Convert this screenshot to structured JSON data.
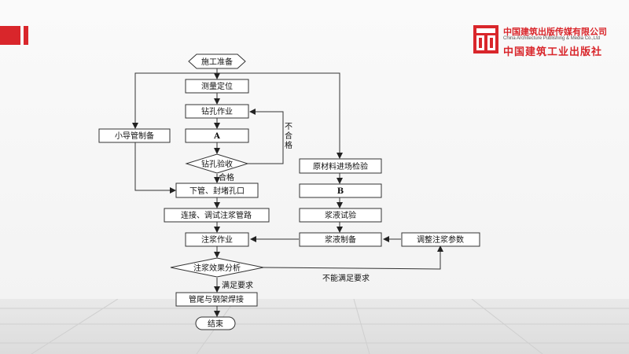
{
  "logo": {
    "name_cn": "中国建筑出版传媒有限公司",
    "name_en": "China Architecture Publishing & Media Co.,Ltd",
    "brand_cn": "中国建筑工业出版社"
  },
  "flow": {
    "start": "施工准备",
    "survey": "测量定位",
    "drilling": "钻孔作业",
    "node_a": "A",
    "drill_check": "钻孔验收",
    "fail_label": "不\n合\n格",
    "pass_label": "合格",
    "small_pipe": "小导管制备",
    "lower_pipe": "下管、封堵孔口",
    "connect_test": "连接、调试注浆管路",
    "grouting": "注浆作业",
    "analysis": "注浆效果分析",
    "meet_label": "满足要求",
    "not_meet_label": "不能满足要求",
    "welding": "管尾与钢架焊接",
    "end": "结束",
    "material_check": "原材料进场检验",
    "node_b": "B",
    "slurry_test": "浆液试验",
    "slurry_prep": "浆液制备",
    "adjust_params": "调整注浆参数"
  }
}
